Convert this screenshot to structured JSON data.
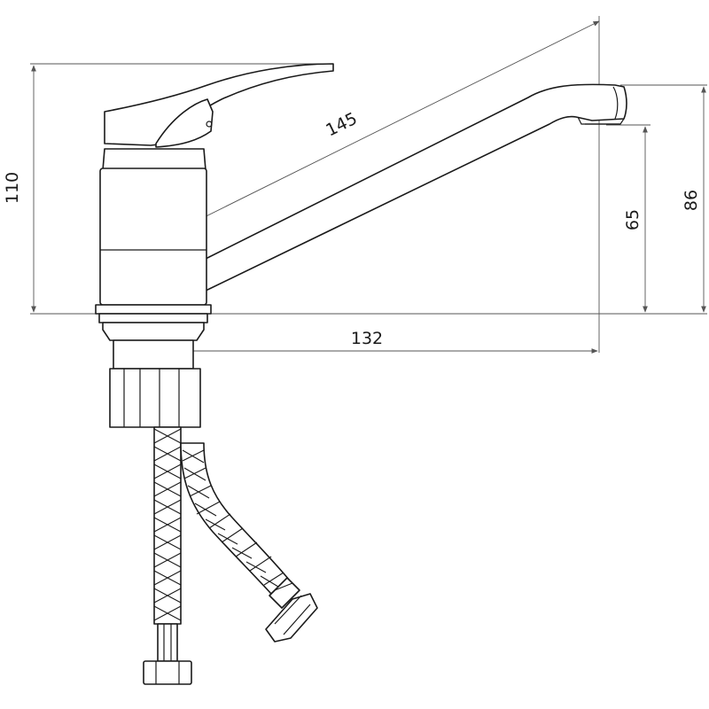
{
  "drawing": {
    "dimensions": {
      "overall_height": "110",
      "spout_length": "145",
      "spout_reach": "132",
      "spout_outlet_height": "65",
      "spout_top_height": "86"
    },
    "colors": {
      "line": "#1a1a1a",
      "dimension_line": "#555555",
      "background": "#ffffff"
    }
  }
}
